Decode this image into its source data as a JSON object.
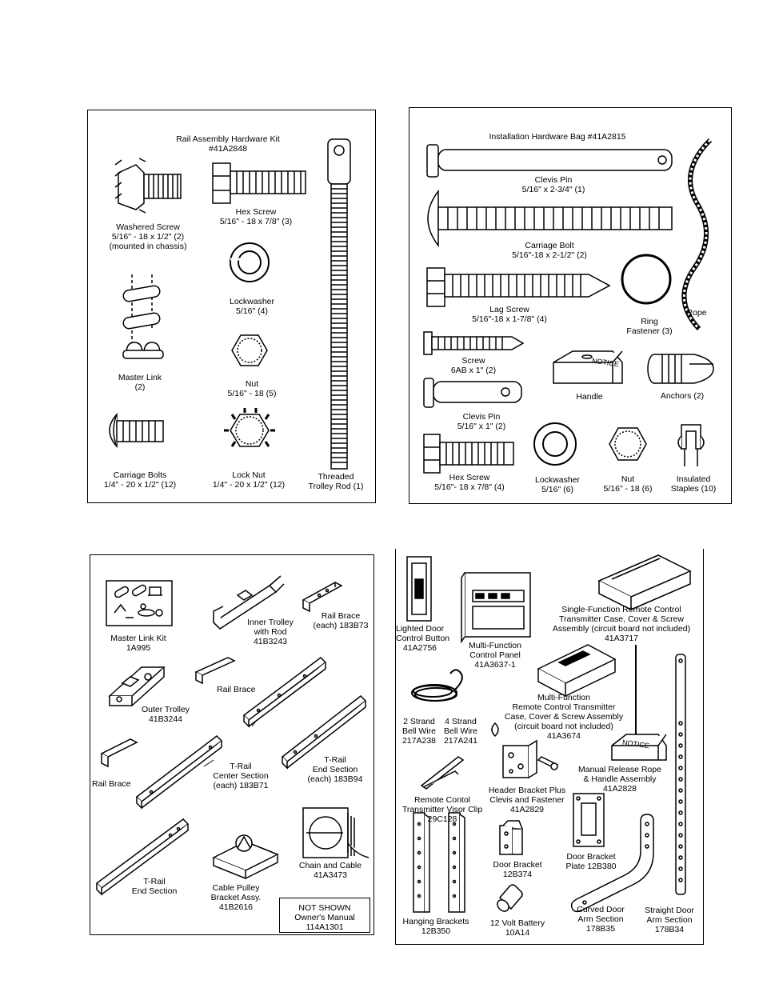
{
  "p1": {
    "title": "Rail Assembly Hardware Kit",
    "kit_no": "#41A2848",
    "washered_screw": [
      "Washered Screw",
      "5/16\" - 18 x 1/2\" (2)",
      "(mounted in chassis)"
    ],
    "hex_screw": [
      "Hex Screw",
      "5/16\" - 18 x 7/8\"  (3)"
    ],
    "lockwasher": [
      "Lockwasher",
      "5/16\" (4)"
    ],
    "master_link": [
      "Master Link",
      "(2)"
    ],
    "nut": [
      "Nut",
      "5/16\" - 18  (5)"
    ],
    "carriage_bolts": [
      "Carriage Bolts",
      "1/4\" - 20 x 1/2\"  (12)"
    ],
    "lock_nut": [
      "Lock Nut",
      "1/4\" - 20 x 1/2\"  (12)"
    ],
    "trolley_rod": [
      "Threaded",
      "Trolley Rod (1)"
    ]
  },
  "p2": {
    "title": "Installation Hardware Bag #41A2815",
    "clevis_pin_long": [
      "Clevis Pin",
      "5/16\" x 2-3/4\" (1)"
    ],
    "carriage_bolt": [
      "Carriage Bolt",
      "5/16\"-18 x 2-1/2\"  (2)"
    ],
    "lag_screw": [
      "Lag Screw",
      "5/16\"-18 x 1-7/8\"  (4)"
    ],
    "ring_fastener": [
      "Ring",
      "Fastener (3)"
    ],
    "rope": "Rope",
    "screw": [
      "Screw",
      "6AB x 1\" (2)"
    ],
    "handle": "Handle",
    "handle_text": "NOTICE",
    "anchors": "Anchors (2)",
    "clevis_pin_short": [
      "Clevis Pin",
      "5/16\" x 1\"  (2)"
    ],
    "hex_screw": [
      "Hex Screw",
      "5/16\"- 18 x 7/8\"  (4)"
    ],
    "lockwasher": [
      "Lockwasher",
      "5/16\" (6)"
    ],
    "nut": [
      "Nut",
      "5/16\" - 18 (6)"
    ],
    "staples": [
      "Insulated",
      "Staples (10)"
    ]
  },
  "p3": {
    "master_link_kit": [
      "Master Link Kit",
      "1A995"
    ],
    "inner_trolley": [
      "Inner Trolley",
      "with Rod",
      "41B3243"
    ],
    "rail_brace_each": [
      "Rail Brace",
      "(each) 183B73"
    ],
    "rail_brace_mid": "Rail Brace",
    "outer_trolley": [
      "Outer Trolley",
      "41B3244"
    ],
    "rail_brace_left": "Rail Brace",
    "t_rail_center": [
      "T-Rail",
      "Center Section",
      "(each) 183B71"
    ],
    "t_rail_end_each": [
      "T-Rail",
      "End Section",
      "(each) 183B94"
    ],
    "chain_cable": [
      "Chain and Cable",
      "41A3473"
    ],
    "t_rail_end": [
      "T-Rail",
      "End Section"
    ],
    "cable_pulley": [
      "Cable Pulley",
      "Bracket Assy.",
      "41B2616"
    ],
    "not_shown": [
      "NOT SHOWN",
      "Owner's Manual",
      "114A1301"
    ]
  },
  "p4": {
    "lighted_door": [
      "Lighted Door",
      "Control Button",
      "41A2756"
    ],
    "multi_panel": [
      "Multi-Function",
      "Control Panel",
      "41A3637-1"
    ],
    "single_remote": [
      "Single-Function Remote Control",
      "Transmitter Case, Cover & Screw",
      "Assembly (circuit board not included)",
      "41A3717"
    ],
    "multi_remote": [
      "Multi-Function",
      "Remote Control Transmitter",
      "Case, Cover & Screw Assembly",
      "(circuit board not included)",
      "41A3674"
    ],
    "bell_wire_2": [
      "2 Strand",
      "Bell Wire",
      "217A238"
    ],
    "bell_wire_4": [
      "4 Strand",
      "Bell Wire",
      "217A241"
    ],
    "rope_handle": [
      "Manual Release Rope",
      "& Handle Assembly",
      "41A2828"
    ],
    "rope_handle_text": "NOTICE",
    "visor_clip": [
      "Remote Contol",
      "Transmitter Visor Clip",
      "29C128"
    ],
    "header_bracket": [
      "Header Bracket Plus",
      "Clevis and Fastener",
      "41A2829"
    ],
    "door_bracket": [
      "Door Bracket",
      "12B374"
    ],
    "door_bracket_plate": [
      "Door Bracket",
      "Plate 12B380"
    ],
    "hanging_brackets": [
      "Hanging Brackets",
      "12B350"
    ],
    "battery": [
      "12 Volt Battery",
      "10A14"
    ],
    "curved_arm": [
      "Curved Door",
      "Arm Section",
      "178B35"
    ],
    "straight_arm": [
      "Straight Door",
      "Arm Section",
      "178B34"
    ]
  }
}
